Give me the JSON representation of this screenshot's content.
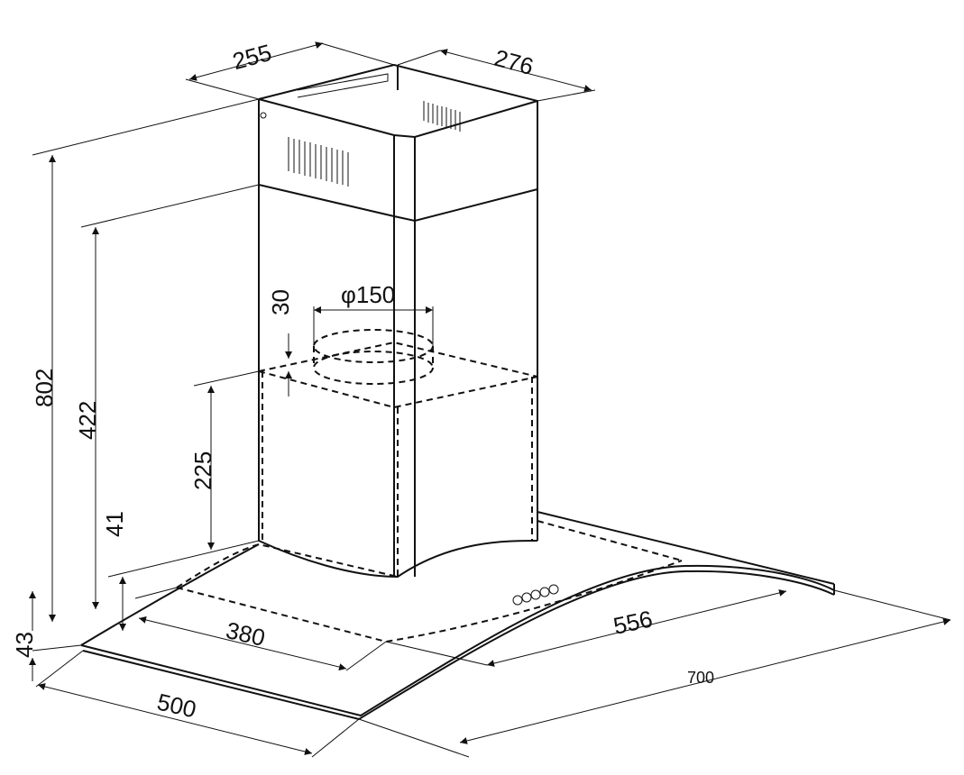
{
  "dimensions": {
    "top_width": "255",
    "top_depth": "276",
    "total_height": "802",
    "chimney_height": "422",
    "lower_height": "225",
    "canopy_height": "41",
    "glass_height": "43",
    "duct_height": "30",
    "duct_diameter": "φ150",
    "inner_width": "380",
    "glass_width": "556",
    "overall_width": "700",
    "overall_depth": "500"
  },
  "colors": {
    "line": "#111111",
    "background": "#ffffff"
  }
}
